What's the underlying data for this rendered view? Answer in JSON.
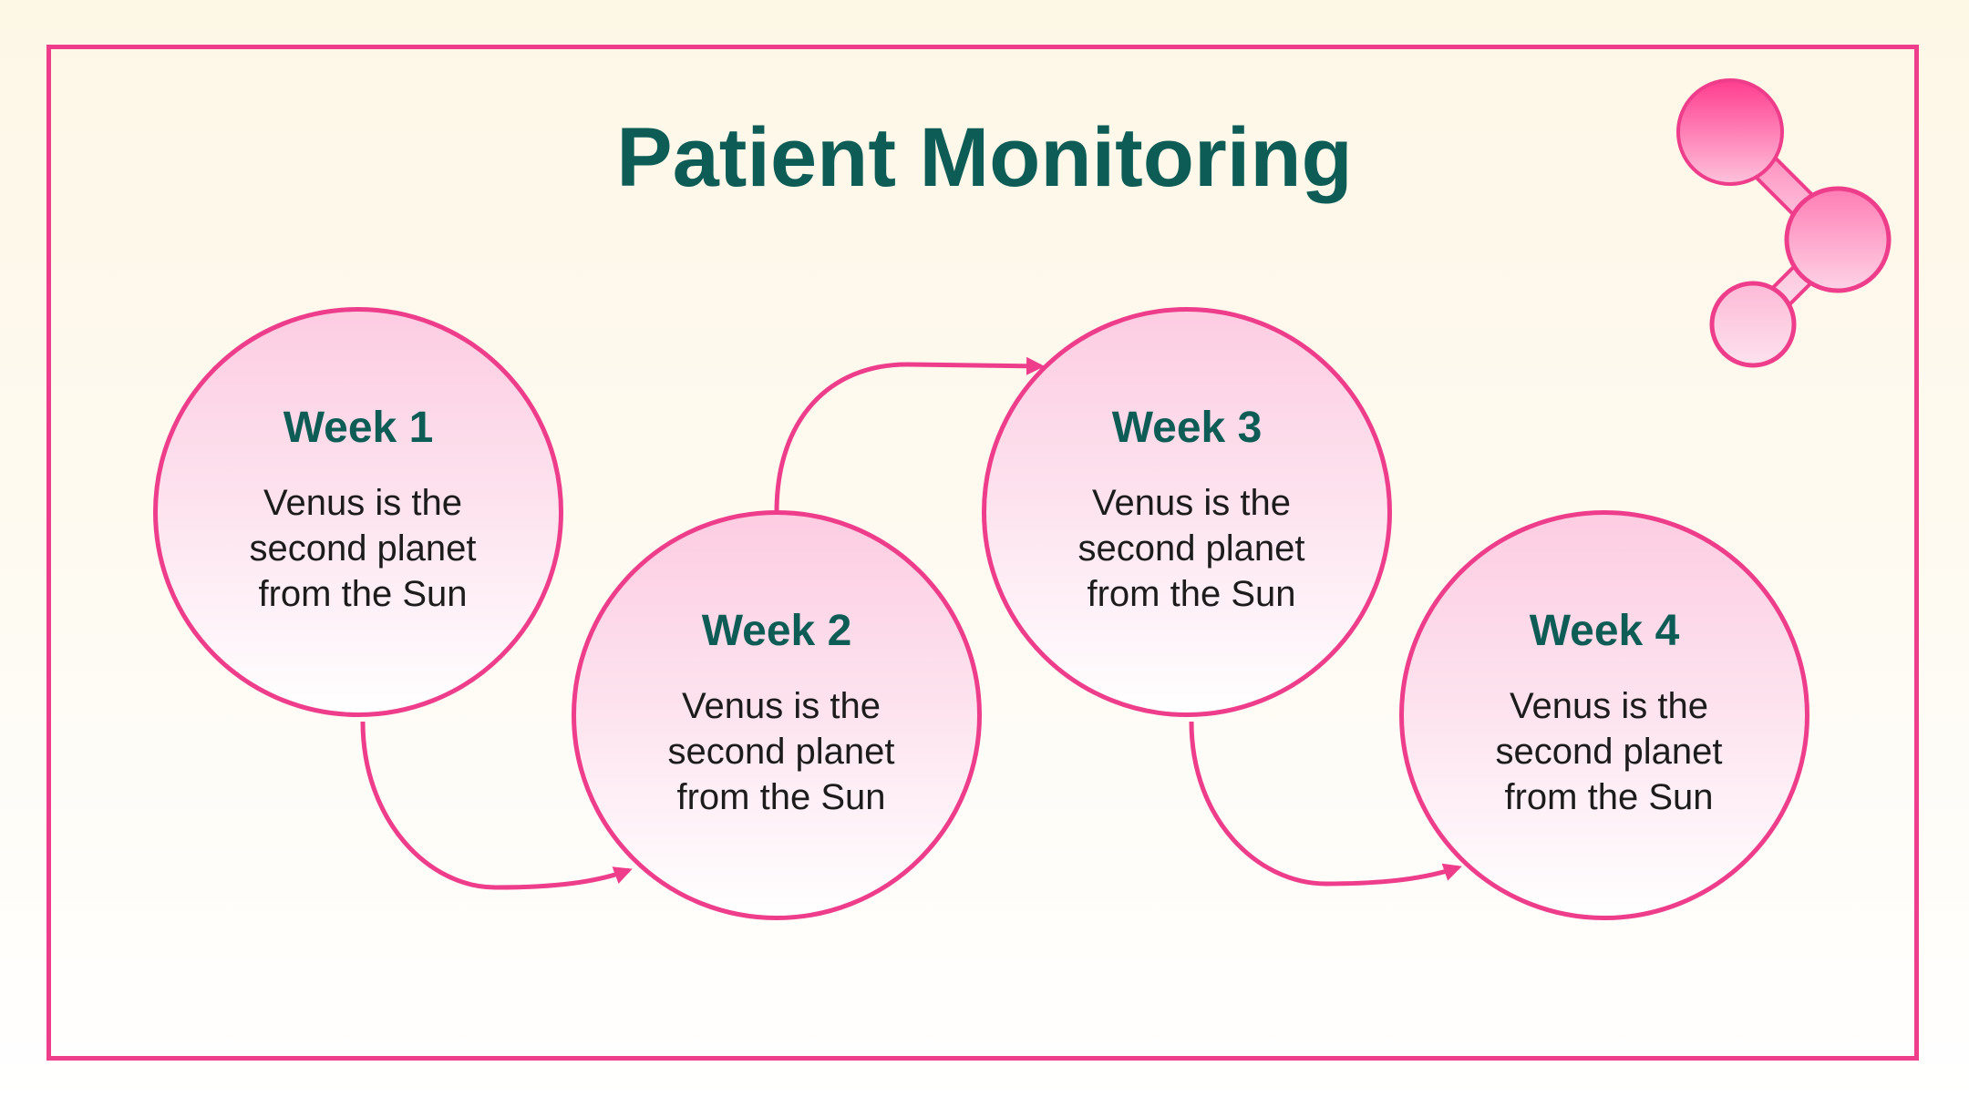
{
  "title": "Patient Monitoring",
  "colors": {
    "accent": "#ee3d8b",
    "heading": "#0d5c56",
    "body_text": "#1c1c1c"
  },
  "decoration": {
    "icon": "molecule-icon"
  },
  "weeks": [
    {
      "title": "Week 1",
      "lines": [
        "Venus is the",
        "second planet",
        "from the Sun"
      ]
    },
    {
      "title": "Week 2",
      "lines": [
        "Venus is the",
        "second planet",
        "from the Sun"
      ]
    },
    {
      "title": "Week 3",
      "lines": [
        "Venus is the",
        "second planet",
        "from the Sun"
      ]
    },
    {
      "title": "Week 4",
      "lines": [
        "Venus is the",
        "second planet",
        "from the Sun"
      ]
    }
  ]
}
